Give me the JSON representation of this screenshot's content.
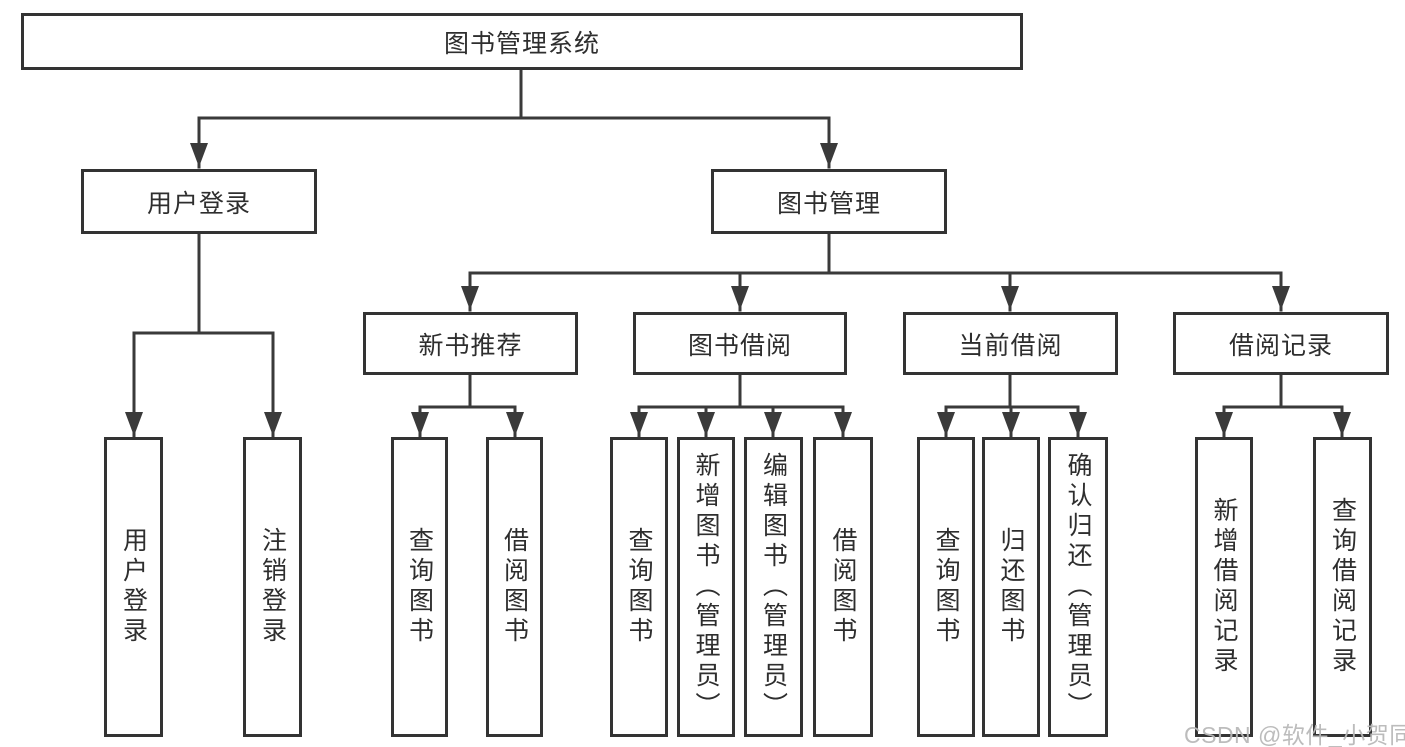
{
  "diagram": {
    "root": {
      "label": "图书管理系统"
    },
    "user_login": {
      "label": "用户登录",
      "children": [
        {
          "label": "用户登录"
        },
        {
          "label": "注销登录"
        }
      ]
    },
    "book_mgmt": {
      "label": "图书管理",
      "children": [
        {
          "label": "新书推荐",
          "children": [
            {
              "label": "查询图书"
            },
            {
              "label": "借阅图书"
            }
          ]
        },
        {
          "label": "图书借阅",
          "children": [
            {
              "label": "查询图书"
            },
            {
              "label": "新增图书（管理员）"
            },
            {
              "label": "编辑图书（管理员）"
            },
            {
              "label": "借阅图书"
            }
          ]
        },
        {
          "label": "当前借阅",
          "children": [
            {
              "label": "查询图书"
            },
            {
              "label": "归还图书"
            },
            {
              "label": "确认归还（管理员）"
            }
          ]
        },
        {
          "label": "借阅记录",
          "children": [
            {
              "label": "新增借阅记录"
            },
            {
              "label": "查询借阅记录"
            }
          ]
        }
      ]
    }
  },
  "colors": {
    "line": "#3a3a3a",
    "box_border": "#333333",
    "text": "#2e2e2e",
    "background": "#ffffff",
    "watermark": "#b8b8b8"
  },
  "watermark": {
    "text": "CSDN @软件_小贺同学"
  }
}
